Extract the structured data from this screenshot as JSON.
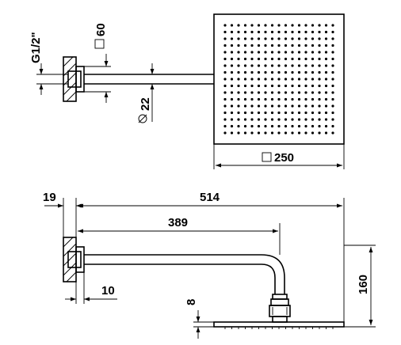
{
  "top_view": {
    "thread_label": "G1/2\"",
    "flange_label": "60",
    "pipe_diameter_label": "22",
    "head_size_label": "250",
    "head_nozzle_grid": 17
  },
  "side_view": {
    "wall_offset_label": "19",
    "overall_length_label": "514",
    "arm_length_label": "389",
    "flange_depth_label": "10",
    "head_thickness_label": "8",
    "height_label": "160"
  }
}
